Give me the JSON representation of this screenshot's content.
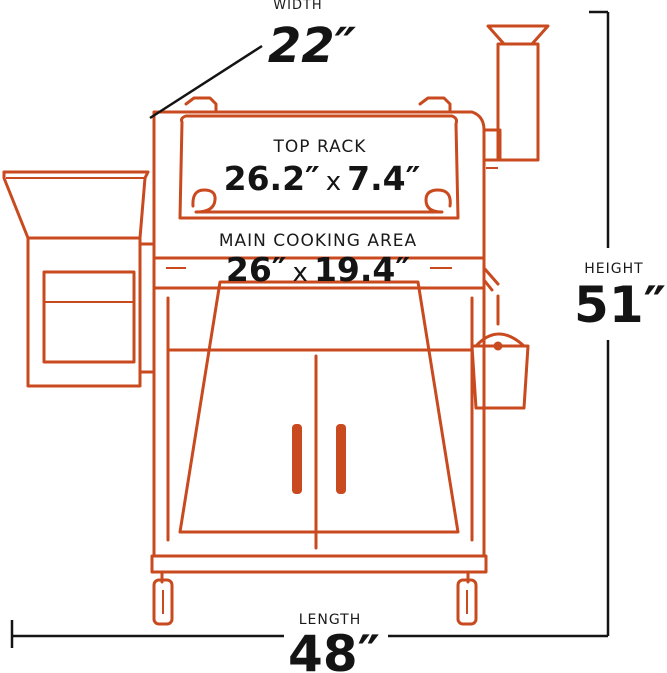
{
  "colors": {
    "grill": "#c94a1e",
    "text": "#141414",
    "background": "#ffffff"
  },
  "width": {
    "label": "WIDTH",
    "value": "22″"
  },
  "top_rack": {
    "label": "TOP RACK",
    "dims_a": "26.2″",
    "dims_x": "x",
    "dims_b": "7.4″"
  },
  "main_area": {
    "label": "MAIN COOKING AREA",
    "dims_a": "26″",
    "dims_x": "x",
    "dims_b": "19.4″"
  },
  "height": {
    "label": "HEIGHT",
    "value": "51″"
  },
  "length": {
    "label": "LENGTH",
    "value": "48″"
  }
}
